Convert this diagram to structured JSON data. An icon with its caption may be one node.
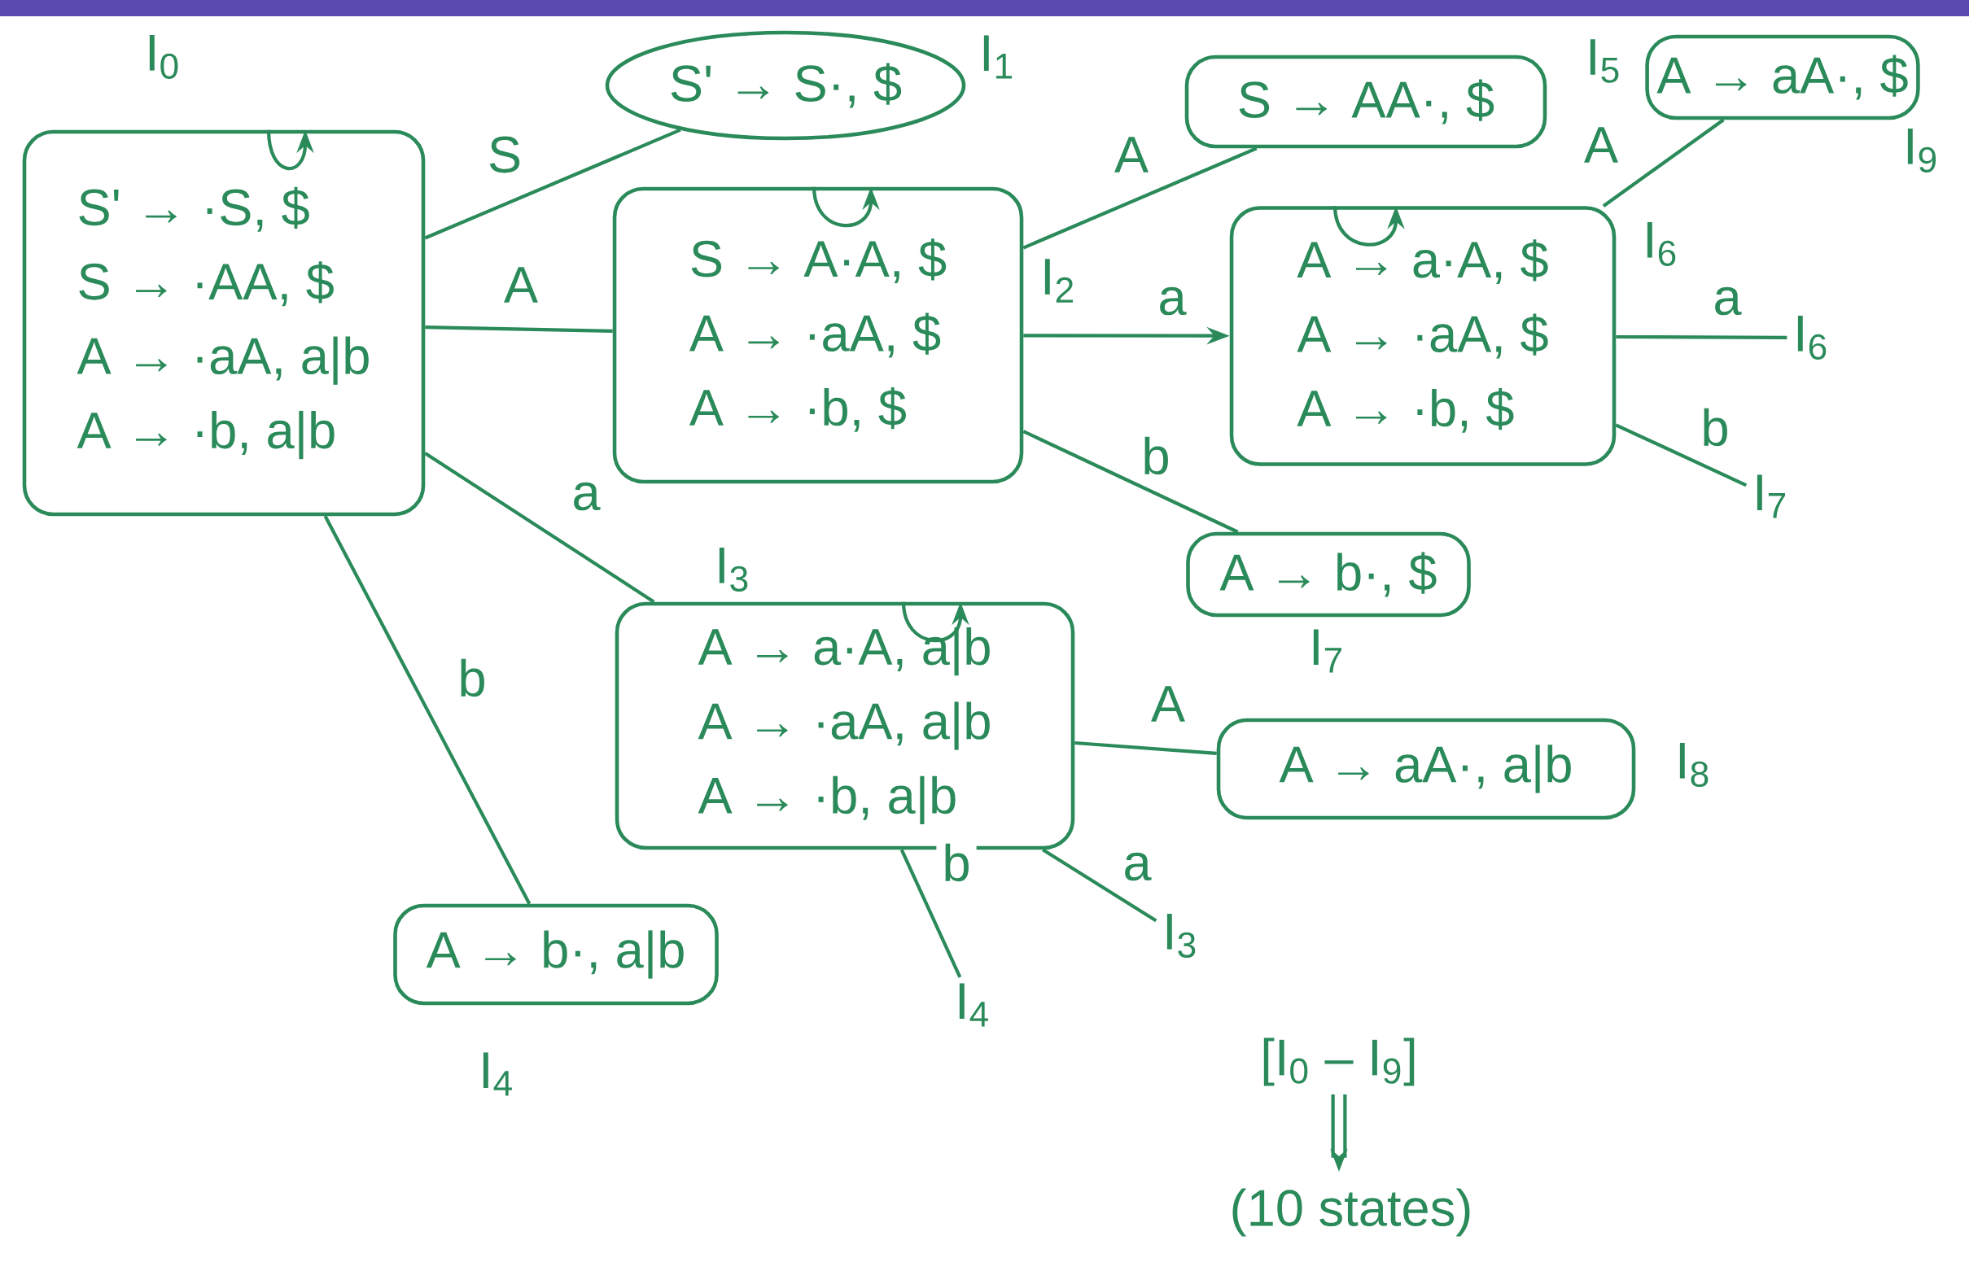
{
  "diagram": {
    "nodes": [
      {
        "text": [
          "S' → ·S, $",
          "S → ·AA, $",
          "A → ·aA, a|b",
          "A → ·b, a|b"
        ],
        "beside": [
          "I$_{0}$"
        ]
      },
      {
        "text": [
          "S' → S·, $"
        ],
        "beside": [
          "I$_{1}$"
        ]
      },
      {
        "text": [
          "S → A·A, $",
          "A → ·aA, $",
          "A → ·b, $"
        ],
        "beside": [
          "I$_{2}$"
        ]
      },
      {
        "text": [
          "S → AA·, $"
        ],
        "beside": [
          "I$_{5}$"
        ]
      },
      {
        "text": [
          "A → aA·, $"
        ],
        "beside": [
          "I$_{9}$"
        ]
      },
      {
        "text": [
          "A → a·A, $",
          "A → ·aA, $",
          "A → ·b, $"
        ],
        "beside": [
          "I$_{6}$"
        ]
      },
      {
        "text": [
          "I$_{6}$"
        ]
      },
      {
        "text": [
          "I$_{7}$"
        ]
      },
      {
        "text": [
          "A → b·, $"
        ],
        "beside": [
          "I$_{7}$"
        ]
      },
      {
        "text": [
          "A → a·A, a|b",
          "A → ·aA, a|b",
          "A → ·b, a|b"
        ],
        "beside": [
          "I$_{3}$"
        ]
      },
      {
        "text": [
          "A → aA·, a|b"
        ],
        "beside": [
          "I$_{8}$"
        ]
      },
      {
        "text": [
          "I$_{3}$"
        ]
      },
      {
        "text": [
          "I$_{4}$"
        ]
      },
      {
        "text": [
          "A → b·, a|b"
        ],
        "beside": [
          "I$_{4}$"
        ]
      }
    ],
    "edges": [
      {
        "from": 0,
        "to": 1,
        "arrow": "none",
        "label": "S"
      },
      {
        "from": 0,
        "to": 2,
        "arrow": "none",
        "label": "A"
      },
      {
        "from": 0,
        "to": 9,
        "arrow": "none",
        "label": "a"
      },
      {
        "from": 0,
        "to": 13,
        "arrow": "none",
        "label": "b"
      },
      {
        "from": 2,
        "to": 3,
        "arrow": "none",
        "label": "A"
      },
      {
        "from": 2,
        "to": 5,
        "arrow": "to",
        "label": "a"
      },
      {
        "from": 2,
        "to": 8,
        "arrow": "none",
        "label": "b"
      },
      {
        "from": 5,
        "to": 4,
        "arrow": "none",
        "label": "A"
      },
      {
        "from": 5,
        "to": 6,
        "arrow": "none",
        "label": "a"
      },
      {
        "from": 5,
        "to": 7,
        "arrow": "none",
        "label": "b"
      },
      {
        "from": 9,
        "to": 10,
        "arrow": "none",
        "label": "A"
      },
      {
        "from": 9,
        "to": 11,
        "arrow": "none",
        "label": "a"
      },
      {
        "from": 9,
        "to": 12,
        "arrow": "none",
        "label": "b"
      },
      {
        "from": 0,
        "to": 0,
        "arrow": "to"
      },
      {
        "from": 2,
        "to": 2,
        "arrow": "to"
      },
      {
        "from": 5,
        "to": 5,
        "arrow": "to"
      },
      {
        "from": 9,
        "to": 9,
        "arrow": "to"
      }
    ],
    "labels": [
      "[I$_{0}$ – I$_{9}$]",
      "(10 states)"
    ]
  }
}
